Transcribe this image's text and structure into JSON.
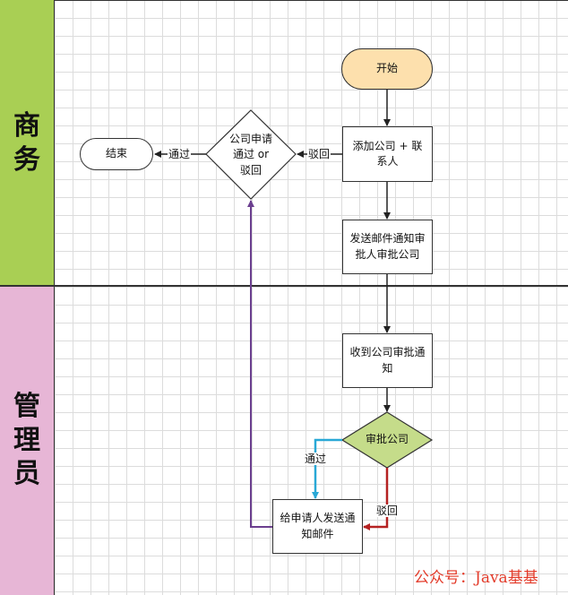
{
  "lanes": [
    {
      "label_chars": [
        "商",
        "务"
      ]
    },
    {
      "label_chars": [
        "管",
        "理",
        "员"
      ]
    }
  ],
  "nodes": {
    "start": "开始",
    "add_company": [
      "添加公司 + 联",
      "系人"
    ],
    "send_notice": [
      "发送邮件通知审",
      "批人审批公司"
    ],
    "receive_notice": [
      "收到公司审批通",
      "知"
    ],
    "approve": "审批公司",
    "email_applicant": [
      "给申请人发送通",
      "知邮件"
    ],
    "company_decision": [
      "公司申请",
      "通过 or",
      "驳回"
    ],
    "end": "结束"
  },
  "edge_labels": {
    "reject_top": "驳回",
    "pass_top": "通过",
    "pass_bottom": "通过",
    "reject_bottom": "驳回"
  },
  "watermark": "公众号：Java基基",
  "colors": {
    "lane_business": "#a9cf54",
    "lane_admin": "#e7b6d6",
    "start_fill": "#fde0ad",
    "decision_green": "#c5dc8a",
    "arrow_purple": "#6b3f8f",
    "arrow_cyan": "#29a8d6",
    "arrow_red": "#b52222",
    "watermark": "#e33b2a"
  }
}
